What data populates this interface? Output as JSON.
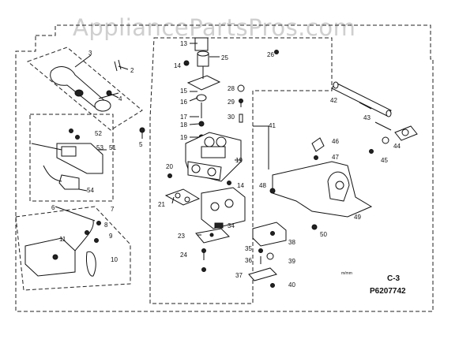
{
  "watermark": "AppliancePartsPros.com",
  "section_code": "C-3",
  "diagram_code": "P6207742",
  "small_code": "m/mm",
  "callouts": [
    {
      "n": "2"
    },
    {
      "n": "3"
    },
    {
      "n": "4"
    },
    {
      "n": "5"
    },
    {
      "n": "6"
    },
    {
      "n": "7"
    },
    {
      "n": "8"
    },
    {
      "n": "9"
    },
    {
      "n": "10"
    },
    {
      "n": "11"
    },
    {
      "n": "13"
    },
    {
      "n": "14"
    },
    {
      "n": "15"
    },
    {
      "n": "16"
    },
    {
      "n": "17"
    },
    {
      "n": "18"
    },
    {
      "n": "19"
    },
    {
      "n": "20"
    },
    {
      "n": "21"
    },
    {
      "n": "23"
    },
    {
      "n": "24"
    },
    {
      "n": "25"
    },
    {
      "n": "26"
    },
    {
      "n": "28"
    },
    {
      "n": "29"
    },
    {
      "n": "30"
    },
    {
      "n": "34"
    },
    {
      "n": "35"
    },
    {
      "n": "36"
    },
    {
      "n": "37"
    },
    {
      "n": "38"
    },
    {
      "n": "39"
    },
    {
      "n": "40"
    },
    {
      "n": "41"
    },
    {
      "n": "42"
    },
    {
      "n": "43"
    },
    {
      "n": "44"
    },
    {
      "n": "45"
    },
    {
      "n": "46"
    },
    {
      "n": "47"
    },
    {
      "n": "48"
    },
    {
      "n": "49"
    },
    {
      "n": "50"
    },
    {
      "n": "51"
    },
    {
      "n": "52"
    },
    {
      "n": "53"
    },
    {
      "n": "54"
    },
    {
      "n": "19"
    },
    {
      "n": "14"
    }
  ]
}
